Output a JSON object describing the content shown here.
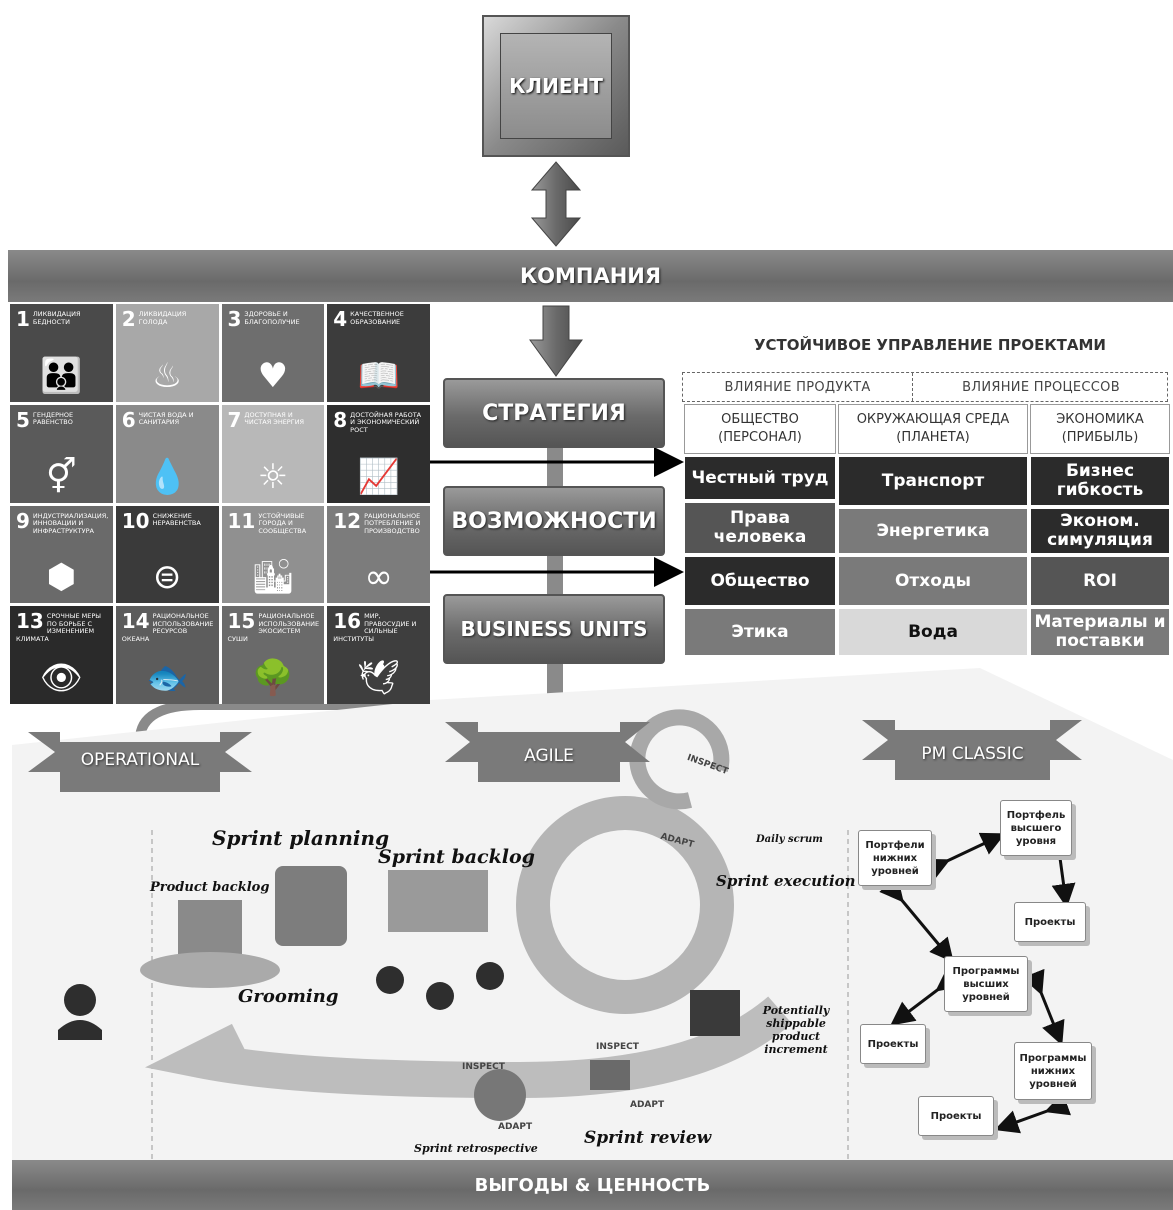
{
  "client": {
    "label": "КЛИЕНТ"
  },
  "company": {
    "label": "КОМПАНИЯ"
  },
  "sdgs": [
    {
      "num": "1",
      "title": "ЛИКВИДАЦИЯ БЕДНОСТИ",
      "icon": "family-icon",
      "glyph": "👪",
      "color": "#4a4a4a"
    },
    {
      "num": "2",
      "title": "ЛИКВИДАЦИЯ ГОЛОДА",
      "icon": "bowl-icon",
      "glyph": "♨",
      "color": "#a8a8a8"
    },
    {
      "num": "3",
      "title": "ЗДОРОВЬЕ И БЛАГОПОЛУЧИЕ",
      "icon": "heartbeat-icon",
      "glyph": "♥",
      "color": "#6e6e6e"
    },
    {
      "num": "4",
      "title": "КАЧЕСТВЕННОЕ ОБРАЗОВАНИЕ",
      "icon": "book-icon",
      "glyph": "📖",
      "color": "#3c3c3c"
    },
    {
      "num": "5",
      "title": "ГЕНДЕРНОЕ РАВЕНСТВО",
      "icon": "gender-icon",
      "glyph": "⚥",
      "color": "#5a5a5a"
    },
    {
      "num": "6",
      "title": "ЧИСТАЯ ВОДА И САНИТАРИЯ",
      "icon": "water-icon",
      "glyph": "💧",
      "color": "#8a8a8a"
    },
    {
      "num": "7",
      "title": "ДОСТУПНАЯ И ЧИСТАЯ ЭНЕРГИЯ",
      "icon": "sun-icon",
      "glyph": "☼",
      "color": "#b8b8b8"
    },
    {
      "num": "8",
      "title": "ДОСТОЙНАЯ РАБОТА И ЭКОНОМИЧЕСКИЙ РОСТ",
      "icon": "growth-chart-icon",
      "glyph": "📈",
      "color": "#2e2e2e"
    },
    {
      "num": "9",
      "title": "ИНДУСТРИАЛИЗАЦИЯ, ИННОВАЦИИ И ИНФРАСТРУКТУРА",
      "icon": "cubes-icon",
      "glyph": "⬢",
      "color": "#6a6a6a"
    },
    {
      "num": "10",
      "title": "СНИЖЕНИЕ НЕРАВЕНСТВА",
      "icon": "equal-icon",
      "glyph": "⊜",
      "color": "#3a3a3a"
    },
    {
      "num": "11",
      "title": "УСТОЙЧИВЫЕ ГОРОДА И СООБЩЕСТВА",
      "icon": "city-icon",
      "glyph": "🏙",
      "color": "#909090"
    },
    {
      "num": "12",
      "title": "РАЦИОНАЛЬНОЕ ПОТРЕБЛЕНИЕ И ПРОИЗВОДСТВО",
      "icon": "infinity-icon",
      "glyph": "∞",
      "color": "#7c7c7c"
    },
    {
      "num": "13",
      "title": "СРОЧНЫЕ МЕРЫ ПО БОРЬБЕ С ИЗМЕНЕНИЕМ КЛИМАТА",
      "icon": "eye-globe-icon",
      "glyph": "👁",
      "color": "#2a2a2a"
    },
    {
      "num": "14",
      "title": "РАЦИОНАЛЬНОЕ ИСПОЛЬЗОВАНИЕ РЕСУРСОВ ОКЕАНА",
      "icon": "fish-icon",
      "glyph": "🐟",
      "color": "#5c5c5c"
    },
    {
      "num": "15",
      "title": "РАЦИОНАЛЬНОЕ ИСПОЛЬЗОВАНИЕ ЭКОСИСТЕМ СУШИ",
      "icon": "tree-icon",
      "glyph": "🌳",
      "color": "#6a6a6a"
    },
    {
      "num": "16",
      "title": "МИР, ПРАВОСУДИЕ И СИЛЬНЫЕ ИНСТИТУТЫ",
      "icon": "dove-icon",
      "glyph": "🕊",
      "color": "#3e3e3e"
    }
  ],
  "center": {
    "strategy": "СТРАТЕГИЯ",
    "capabilities": "ВОЗМОЖНОСТИ",
    "business_units": "BUSINESS UNITS"
  },
  "matrix": {
    "title": "УСТОЙЧИВОЕ УПРАВЛЕНИЕ  ПРОЕКТАМИ",
    "product_impact": "ВЛИЯНИЕ ПРОДУКТА",
    "process_impact": "ВЛИЯНИЕ ПРОЦЕССОВ",
    "col_society": "ОБЩЕСТВО (ПЕРСОНАЛ)",
    "col_environment": "ОКРУЖАЮЩАЯ СРЕДА (ПЛАНЕТА)",
    "col_economy": "ЭКОНОМИКА (ПРИБЫЛЬ)",
    "r1": [
      "Честный труд",
      "Транспорт",
      "Бизнес гибкость"
    ],
    "r2": [
      "Права человека",
      "Энергетика",
      "Эконом. симуляция"
    ],
    "r3": [
      "Общество",
      "Отходы",
      "ROI"
    ],
    "r4": [
      "Этика",
      "Вода",
      "Материалы и поставки"
    ]
  },
  "ribbons": {
    "operational": "OPERATIONAL",
    "agile": "AGILE",
    "pm_classic": "PM CLASSIC"
  },
  "agile": {
    "sprint_planning": "Sprint planning",
    "sprint_backlog": "Sprint backlog",
    "product_backlog": "Product backlog",
    "grooming": "Grooming",
    "daily_scrum": "Daily scrum",
    "sprint_execution": "Sprint execution",
    "increment": "Potentially shippable product increment",
    "sprint_review": "Sprint review",
    "sprint_retrospective": "Sprint retrospective",
    "inspect": "INSPECT",
    "adapt": "ADAPT"
  },
  "pm": {
    "top_portfolio": "Портфель высшего уровня",
    "lower_portfolios": "Портфели нижних уровней",
    "projects_a": "Проекты",
    "top_programs": "Программы высших уровней",
    "projects_b": "Проекты",
    "lower_programs": "Программы нижних уровней",
    "projects_c": "Проекты"
  },
  "bottom": {
    "label": "ВЫГОДЫ & ЦЕННОСТЬ"
  }
}
